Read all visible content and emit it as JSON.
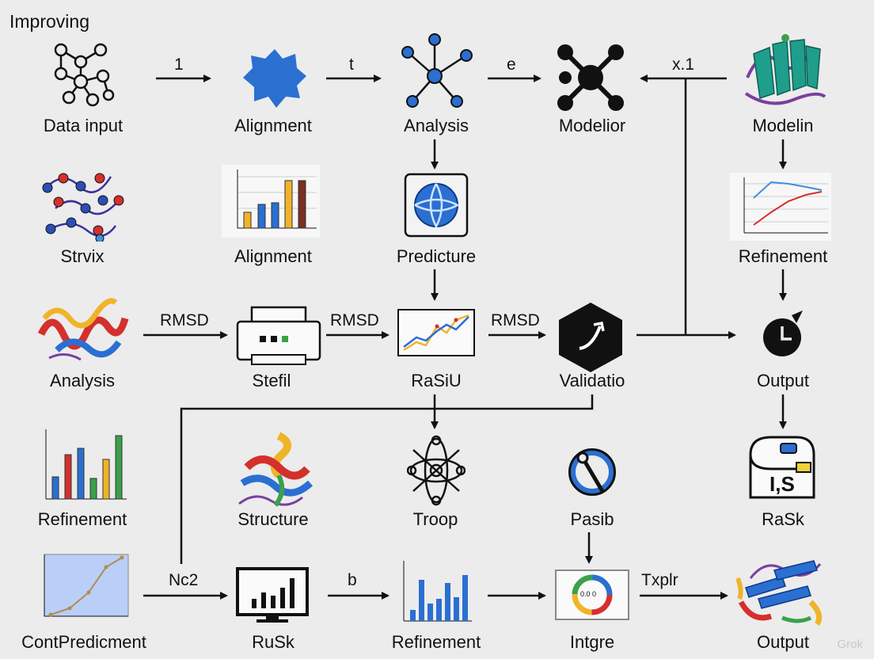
{
  "title": "Improving",
  "watermark": "Grok",
  "nodes": {
    "data_input": "Data input",
    "alignment_1": "Alignment",
    "analysis_1": "Analysis",
    "modelior": "Modelior",
    "modelin": "Modelin",
    "strvix": "Strvix",
    "alignment_2": "Alignment",
    "predicture": "Predicture",
    "refinement_1": "Refinement",
    "analysis_2": "Analysis",
    "stefil": "Stefil",
    "rasill": "RaSiU",
    "validatio": "Validatio",
    "output_1": "Output",
    "refinement_2": "Refinement",
    "structure": "Structure",
    "troop": "Troop",
    "pasib": "Pasib",
    "rask_1": "RaSk",
    "contpredicment": "ContPredicment",
    "rusk": "RuSk",
    "refinement_3": "Refinement",
    "intgre": "Intgre",
    "output_2": "Output"
  },
  "edge_labels": {
    "e1": "1",
    "e2": "t",
    "e3": "e",
    "e4": "x.1",
    "e5": "RMSD",
    "e6": "RMSD",
    "e7": "RMSD",
    "e8": "Nc2",
    "e9": "b",
    "e10": "Txplr"
  },
  "icon_text": {
    "storage": "I,S",
    "donut": "0.0 0"
  },
  "colors": {
    "blue": "#2b6fd1",
    "red": "#d4302c",
    "yellow": "#f0b429",
    "green": "#3aa14a",
    "black": "#111111",
    "teal": "#1f9e8c",
    "background": "#ececec"
  }
}
